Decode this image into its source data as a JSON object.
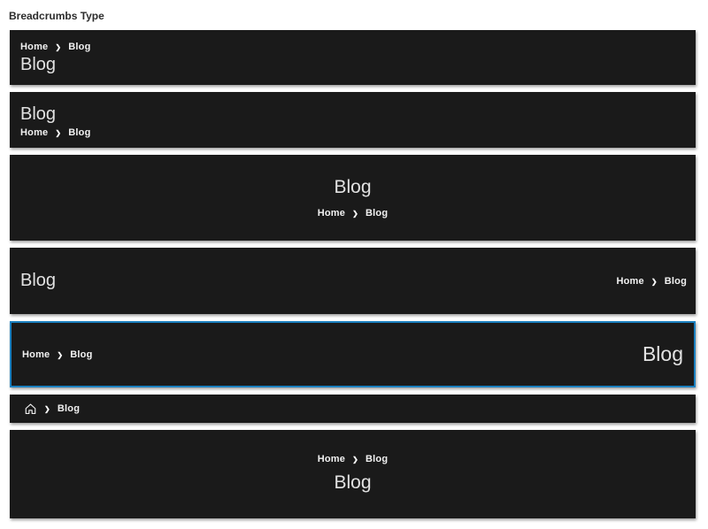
{
  "control": {
    "label": "Breadcrumbs Type"
  },
  "colors": {
    "page_background": "#ffffff",
    "panel_background": "#1a1a1a",
    "selected_border": "#1b80bf",
    "breadcrumb_text": "#f2f2f2",
    "title_text": "#e2e2e2"
  },
  "options": [
    {
      "name": "breadcrumb-above-title-left",
      "selected": false,
      "breadcrumb": {
        "home": "Home",
        "separator": "❯",
        "current": "Blog"
      },
      "title": "Blog"
    },
    {
      "name": "title-above-breadcrumb-left",
      "selected": false,
      "breadcrumb": {
        "home": "Home",
        "separator": "❯",
        "current": "Blog"
      },
      "title": "Blog"
    },
    {
      "name": "title-and-breadcrumb-centered",
      "selected": false,
      "breadcrumb": {
        "home": "Home",
        "separator": "❯",
        "current": "Blog"
      },
      "title": "Blog"
    },
    {
      "name": "title-left-breadcrumb-right",
      "selected": false,
      "breadcrumb": {
        "home": "Home",
        "separator": "❯",
        "current": "Blog"
      },
      "title": "Blog"
    },
    {
      "name": "breadcrumb-left-title-right",
      "selected": true,
      "breadcrumb": {
        "home": "Home",
        "separator": "❯",
        "current": "Blog"
      },
      "title": "Blog"
    },
    {
      "name": "breadcrumb-only-home-icon",
      "selected": false,
      "breadcrumb": {
        "home_icon": "home-icon",
        "separator": "❯",
        "current": "Blog"
      }
    },
    {
      "name": "breadcrumb-above-title-centered",
      "selected": false,
      "breadcrumb": {
        "home": "Home",
        "separator": "❯",
        "current": "Blog"
      },
      "title": "Blog"
    }
  ]
}
